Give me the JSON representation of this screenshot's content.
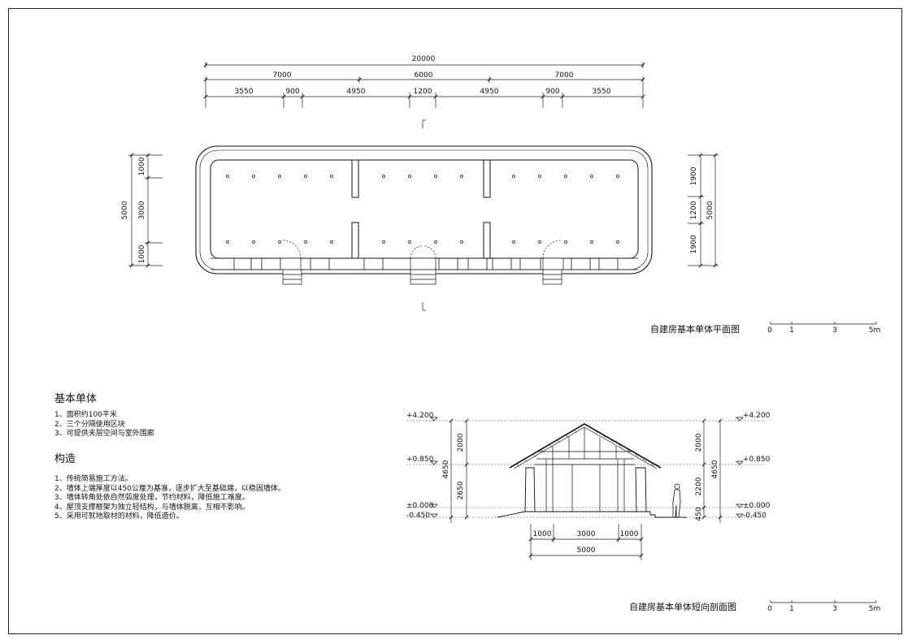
{
  "plan": {
    "dim_total": "20000",
    "dim_mid": [
      "7000",
      "6000",
      "7000"
    ],
    "dim_detail": [
      "3550",
      "900",
      "4950",
      "1200",
      "4950",
      "900",
      "3550"
    ],
    "dim_left_total": "5000",
    "dim_left": [
      "1000",
      "3000",
      "1000"
    ],
    "dim_right_total": "5000",
    "dim_right": [
      "1900",
      "1200",
      "1900"
    ],
    "caption": "自建房基本单体平面图",
    "scale": [
      "0",
      "1",
      "3",
      "5m"
    ]
  },
  "notes": {
    "title1": "基本单体",
    "items1": [
      "1、面积约100平米",
      "2、三个分隔使用区块",
      "3、可提供夹层空间与室外围廊"
    ],
    "title2": "构造",
    "items2": [
      "1、传统简易施工方法。",
      "2、墙体上端厚度以450公厘为基准，逐步扩大至基础端，以稳固墙体。",
      "3、墙体转角处依自然弧度处理，节约材料，降低施工难度。",
      "4、屋顶支撑框架为独立轻结构，与墙体脱离，互相不影响。",
      "5、采用可就地取材的材料，降低造价。"
    ]
  },
  "section": {
    "levels": [
      "+4.200",
      "+0.850",
      "±0.000",
      "-0.450"
    ],
    "left_dims": [
      "2000",
      "2650"
    ],
    "left_total": "4650",
    "right_dims": [
      "2000",
      "2200",
      "450"
    ],
    "right_total": "4650",
    "bottom_dims": [
      "1000",
      "3000",
      "1000"
    ],
    "bottom_total": "5000",
    "caption": "自建房基本单体短向剖面图",
    "scale": [
      "0",
      "1",
      "3",
      "5m"
    ]
  }
}
